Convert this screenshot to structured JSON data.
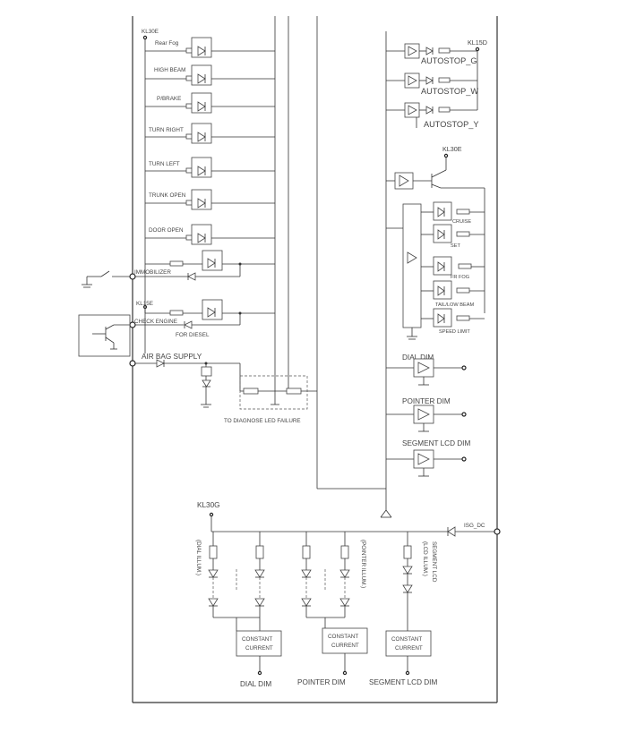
{
  "left_block": {
    "supply_label": "KL30E",
    "indicators": [
      "Rear Fog",
      "HIGH BEAM",
      "P/BRAKE",
      "TURN RIGHT",
      "TURN LEFT",
      "TRUNK OPEN",
      "DOOR OPEN"
    ],
    "immobilizer": "IMMOBILIZER",
    "kl15e": "KL15E",
    "check_engine": "CHECK ENGINE",
    "for_diesel": "FOR DIESEL",
    "airbag": "AIR BAG SUPPLY",
    "diagnose": "TO DIAGNOSE LED FAILURE"
  },
  "right_block": {
    "kl15d": "KL15D",
    "autostops": [
      "AUTOSTOP_G",
      "AUTOSTOP_W",
      "AUTOSTOP_Y"
    ],
    "kl30e": "KL30E",
    "shift_outputs": [
      "CRUISE",
      "SET",
      "FR FOG",
      "TAIL/LOW BEAM",
      "SPEED LIMIT"
    ],
    "dims": [
      "DIAL DIM",
      "POINTER DIM",
      "SEGMENT LCD DIM"
    ]
  },
  "bottom_block": {
    "kl30g": "KL30G",
    "isg": "ISG_DC",
    "dial_illum": "(DIAL ILLUM.)",
    "pointer_illum": "(POINTER ILLUM.)",
    "lcd_illum": "(LCD ILLUM.)",
    "segment_lcd": "SEGMENT LCD",
    "constant_current": [
      "CONSTANT",
      "CURRENT"
    ],
    "outputs": [
      "DIAL DIM",
      "POINTER DIM",
      "SEGMENT LCD DIM"
    ]
  }
}
